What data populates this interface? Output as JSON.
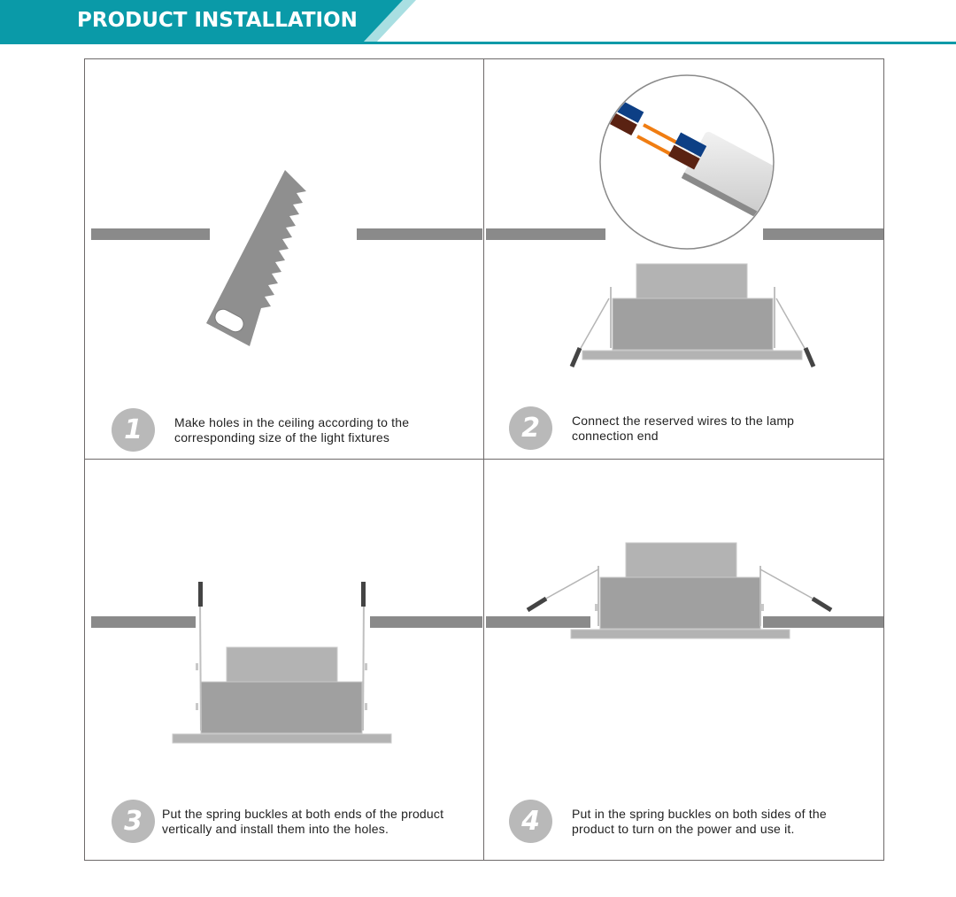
{
  "header": {
    "title": "PRODUCT INSTALLATION",
    "accent_color": "#0a9aa8",
    "stripe_color": "#a9dfe2"
  },
  "steps": [
    {
      "number": "1",
      "line1": "Make holes in the ceiling according to the",
      "line2": "corresponding size of the light fixtures",
      "illustration": "saw-cutting-ceiling"
    },
    {
      "number": "2",
      "line1": "Connect the reserved wires to the lamp",
      "line2": "connection end",
      "illustration": "wire-connection-detail"
    },
    {
      "number": "3",
      "line1": "Put the spring buckles at both ends of the product",
      "line2": "vertically and install them into the holes.",
      "illustration": "springs-vertical-insert"
    },
    {
      "number": "4",
      "line1": "Put in the spring buckles on both sides of the",
      "line2": "product to turn on the power and use it.",
      "illustration": "installed-fixture"
    }
  ],
  "colors": {
    "ceiling": "#8a8a8a",
    "fixture_body": "#a0a0a0",
    "fixture_top": "#b3b3b3",
    "badge": "#b9b9b9",
    "wire_blue": "#0d3f85",
    "wire_brown": "#5a2212",
    "wire_orange": "#f07d12"
  }
}
